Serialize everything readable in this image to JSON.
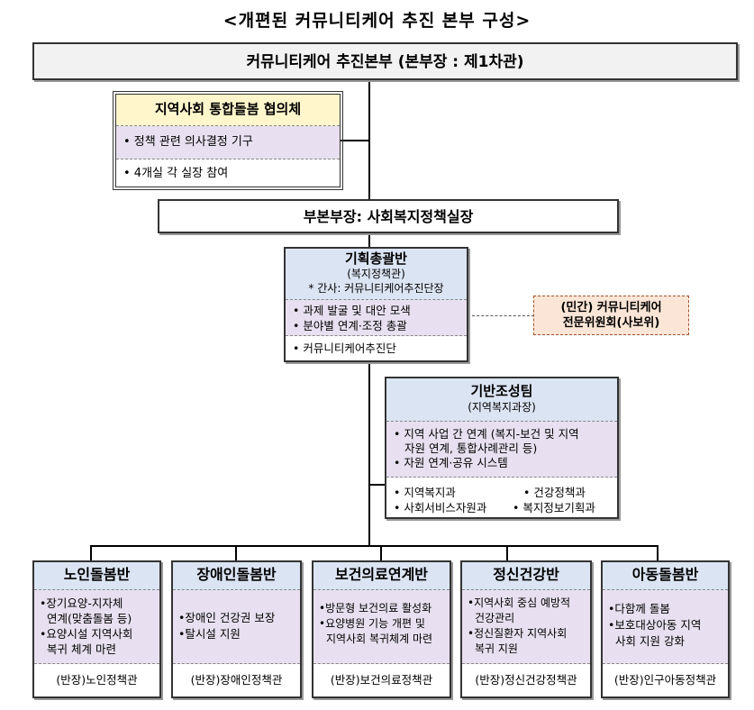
{
  "title": "<개편된 커뮤니티케어 추진 본부 구성>",
  "hq": "커뮤니티케어 추진본부 (본부장 : 제1차관)",
  "council": {
    "title": "지역사회 통합돌봄 협의체",
    "item1": "• 정책 관련 의사결정 기구",
    "item2": "• 4개실 각 실장 참여"
  },
  "vice": "부본부장: 사회복지정책실장",
  "planning": {
    "title": "기획총괄반",
    "sub": "(복지정책관)",
    "note": "* 간사: 커뮤니티케어추진단장",
    "items": [
      "• 과제 발굴 및 대안 모색",
      "• 분야별 연계·조정 총괄"
    ],
    "unit": "• 커뮤니티케어추진단"
  },
  "committee": {
    "line1": "(민간) 커뮤니티케어",
    "line2": "전문위원회(사보위)"
  },
  "infra": {
    "title": "기반조성팀",
    "sub": "(지역복지과장)",
    "items": [
      "• 지역 사업 간 연계 (복지-보건 및 지역",
      "자원 연계, 통합사례관리 등)",
      "• 자원 연계·공유 시스템"
    ],
    "units": [
      "• 지역복지과",
      "• 건강정책과",
      "• 사회서비스자원과",
      "• 복지정보기획과"
    ]
  },
  "teams": [
    {
      "title": "노인돌봄반",
      "items": [
        "•장기요양-지자체",
        "연계(맞춤돌봄 등)",
        "•요양시설 지역사회",
        "복귀 체계 마련"
      ],
      "lead": "(반장)노인정책관"
    },
    {
      "title": "장애인돌봄반",
      "items": [
        "•장애인 건강권 보장",
        "•탈시설 지원"
      ],
      "lead": "(반장)장애인정책관"
    },
    {
      "title": "보건의료연계반",
      "items": [
        "•방문형 보건의료 활성화",
        "•요양병원 기능 개편 및",
        "지역사회 복귀체계 마련"
      ],
      "lead": "(반장)보건의료정책관"
    },
    {
      "title": "정신건강반",
      "items": [
        "•지역사회 중심 예방적",
        "건강관리",
        "•정신질환자 지역사회",
        "복귀 지원"
      ],
      "lead": "(반장)정신건강정책관"
    },
    {
      "title": "아동돌봄반",
      "items": [
        "•다함께 돌봄",
        "•보호대상아동 지역",
        "사회 지원 강화"
      ],
      "lead": "(반장)인구아동정책관"
    }
  ]
}
